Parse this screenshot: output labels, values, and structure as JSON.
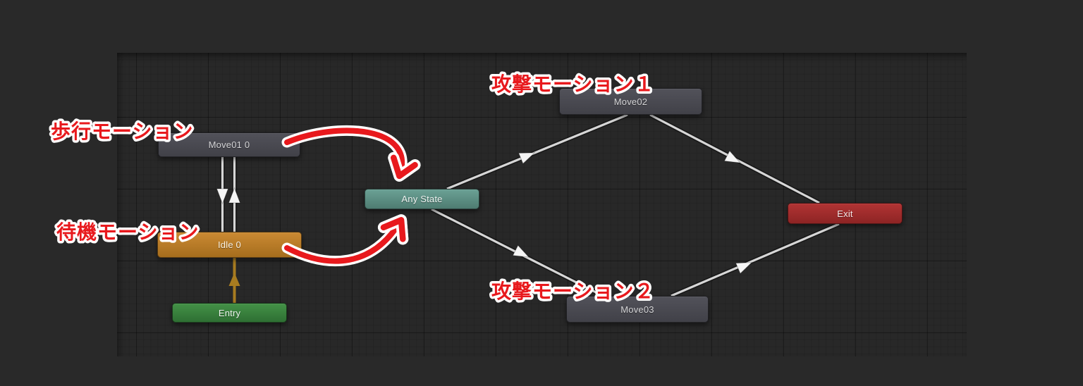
{
  "window": {
    "app": "Unity Animator state machine view"
  },
  "colors": {
    "background": "#292929",
    "grid_background": "#282828",
    "annotation_red": "#e8191d",
    "annotation_outline": "#ffffff",
    "state_gray": "#4a4a52",
    "any_state_teal": "#5d9488",
    "default_state_orange": "#bc7c28",
    "entry_green": "#3a8540",
    "exit_red": "#a12c2c",
    "transition_white": "#d6d6d6",
    "entry_transition_orange": "#a87c20"
  },
  "graph": {
    "nodes": [
      {
        "id": "move01",
        "label": "Move01 0",
        "kind": "state"
      },
      {
        "id": "move02",
        "label": "Move02",
        "kind": "state"
      },
      {
        "id": "move03",
        "label": "Move03",
        "kind": "state"
      },
      {
        "id": "idle",
        "label": "Idle 0",
        "kind": "default-state"
      },
      {
        "id": "any_state",
        "label": "Any State",
        "kind": "any-state"
      },
      {
        "id": "entry",
        "label": "Entry",
        "kind": "entry"
      },
      {
        "id": "exit",
        "label": "Exit",
        "kind": "exit"
      }
    ],
    "transitions": [
      {
        "from": "Move01 0",
        "to": "Idle 0",
        "style": "white"
      },
      {
        "from": "Idle 0",
        "to": "Move01 0",
        "style": "white"
      },
      {
        "from": "Entry",
        "to": "Idle 0",
        "style": "orange"
      },
      {
        "from": "Any State",
        "to": "Move02",
        "style": "white"
      },
      {
        "from": "Any State",
        "to": "Move03",
        "style": "white"
      },
      {
        "from": "Move02",
        "to": "Exit",
        "style": "white"
      },
      {
        "from": "Move03",
        "to": "Exit",
        "style": "white"
      }
    ]
  },
  "annotations": [
    {
      "id": "walk",
      "text": "歩行モーション",
      "points_to": "Move01 0"
    },
    {
      "id": "wait",
      "text": "待機モーション",
      "points_to": "Idle 0"
    },
    {
      "id": "attack1",
      "text": "攻撃モーション１",
      "points_to": "Move02"
    },
    {
      "id": "attack2",
      "text": "攻撃モーション２",
      "points_to": "Move03"
    }
  ]
}
